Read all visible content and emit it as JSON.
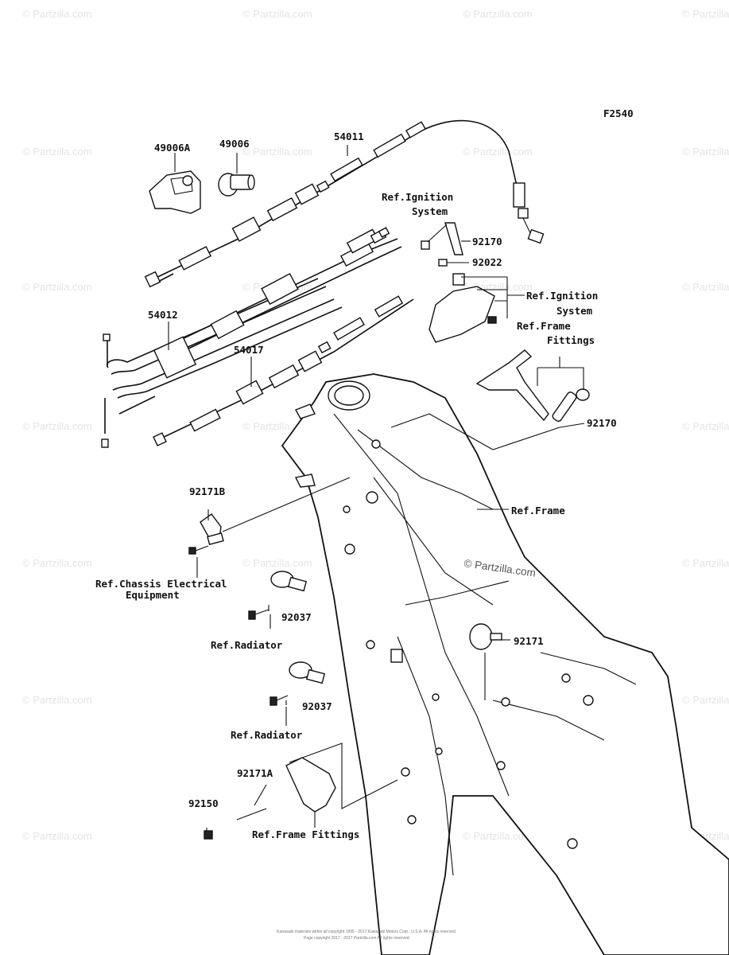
{
  "figure_code": "F2540",
  "labels": {
    "p49006A": "49006A",
    "p49006": "49006",
    "p54011": "54011",
    "p54012": "54012",
    "p54017": "54017",
    "ref_ignition_1a": "Ref.Ignition",
    "ref_ignition_1b": "System",
    "p92170_top": "92170",
    "p92022": "92022",
    "ref_ignition_2a": "Ref.Ignition",
    "ref_ignition_2b": "System",
    "ref_frame_fit_a": "Ref.Frame",
    "ref_frame_fit_b": "Fittings",
    "p92170_mid": "92170",
    "p92171B": "92171B",
    "ref_frame": "Ref.Frame",
    "ref_chassis_a": "Ref.Chassis Electrical",
    "ref_chassis_b": "Equipment",
    "p92037_1": "92037",
    "ref_radiator_1": "Ref.Radiator",
    "p92171": "92171",
    "p92037_2": "92037",
    "ref_radiator_2": "Ref.Radiator",
    "p92171A": "92171A",
    "p92150": "92150",
    "ref_frame_fittings": "Ref.Frame Fittings"
  },
  "watermark": {
    "text": "© Partzilla.com"
  },
  "footer": {
    "line1": "Kawasaki materials within all copyright 1995 - 2017 Kawasaki Motors Corp., U.S.A. All rights reserved.",
    "line2": "Page copyright 2017 - 2017 Partzilla.com All rights reserved."
  }
}
